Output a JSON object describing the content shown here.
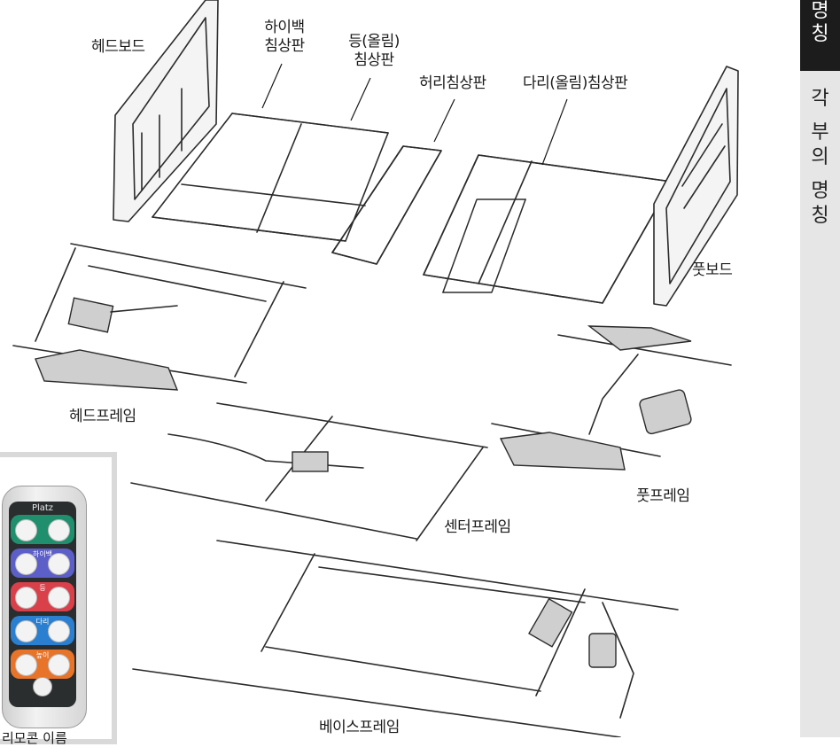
{
  "sidebar": {
    "active_label": "명칭",
    "title": "각 부의 명칭"
  },
  "labels": {
    "headboard": "헤드보드",
    "high_back_lines": [
      "하이백",
      "침상판"
    ],
    "back_lines": [
      "등(올림)",
      "침상판"
    ],
    "waist": "허리침상판",
    "leg": "다리(올림)침상판",
    "footboard": "풋보드",
    "head_frame": "헤드프레임",
    "center_frame": "센터프레임",
    "foot_frame": "풋프레임",
    "base_frame": "베이스프레임"
  },
  "remote": {
    "brand": "Platz",
    "buttons": [
      {
        "label": "",
        "color": "#1f8f6e"
      },
      {
        "label": "하이백",
        "color": "#5b5fc7"
      },
      {
        "label": "등",
        "color": "#d9404a"
      },
      {
        "label": "다리",
        "color": "#2a7fd0"
      },
      {
        "label": "높이",
        "color": "#e8742a"
      }
    ],
    "caption": "리모콘 이름"
  },
  "colors": {
    "sidebar_bg": "#e6e6e6",
    "sidebar_active": "#1c1c1c",
    "line": "#2b2b2b"
  }
}
